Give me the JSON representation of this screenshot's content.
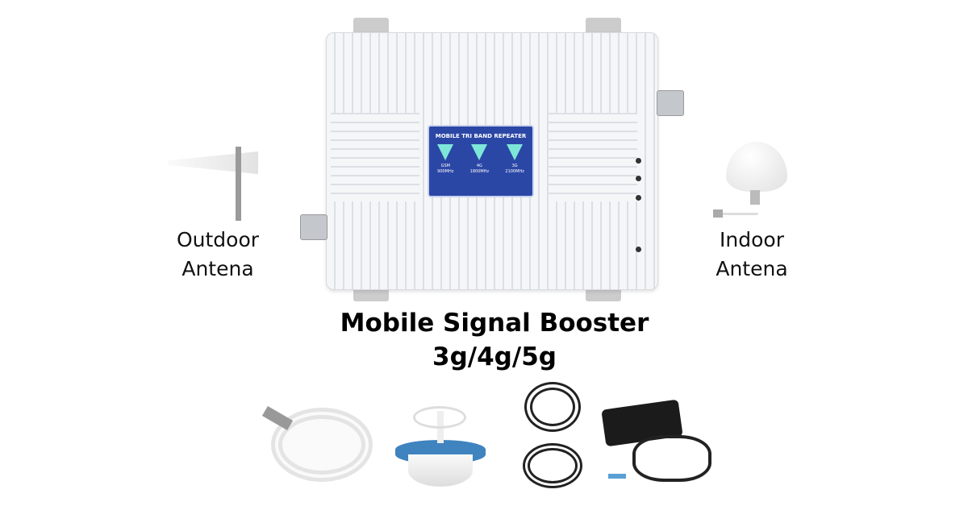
{
  "labels": {
    "outdoor": "Outdoor\nAntena",
    "outdoor_l1": "Outdoor",
    "outdoor_l2": "Antena",
    "indoor_l1": "Indoor",
    "indoor_l2": "Antena"
  },
  "title": {
    "line1": "Mobile Signal Booster",
    "line2": "3g/4g/5g"
  },
  "device": {
    "screen_title": "MOBILE TRI BAND REPEATER",
    "bands": [
      {
        "name": "GSM",
        "freq": "900MHz"
      },
      {
        "name": "4G",
        "freq": "1800MHz"
      },
      {
        "name": "3G",
        "freq": "2100MHz"
      }
    ]
  }
}
